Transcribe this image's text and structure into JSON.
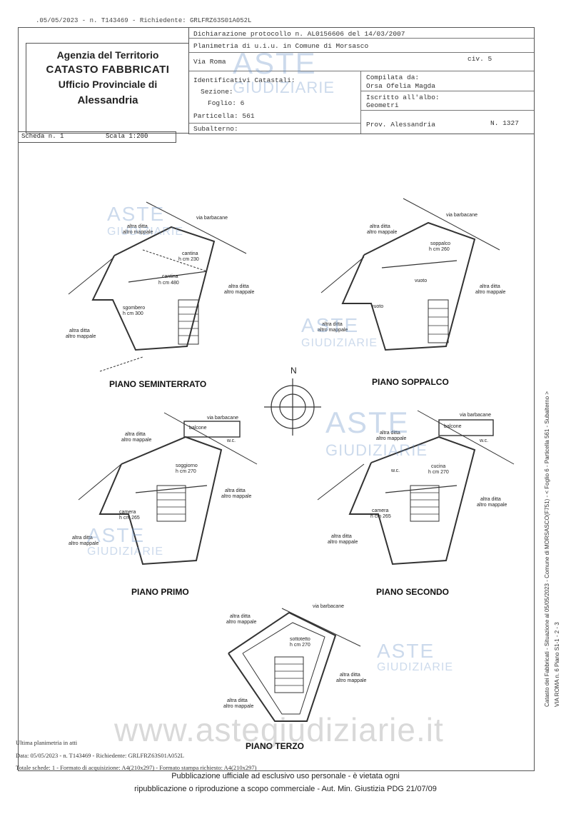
{
  "top_ref": ".05/05/2023 - n. T143469 - Richiedente: GRLFRZ63S01A052L",
  "header": {
    "agency_line1": "Agenzia del Territorio",
    "agency_line2": "CATASTO FABBRICATI",
    "agency_line3": "Ufficio Provinciale di",
    "agency_line4": "Alessandria",
    "dichiarazione": "Dichiarazione protocollo n. AL0156606 del 14/03/2007",
    "planimetria": "Planimetria di u.i.u. in Comune di Morsasco",
    "via": "Via Roma",
    "civ": "civ. 5",
    "identificativi": "Identificativi Catastali:",
    "sezione": "Sezione:",
    "foglio": "Foglio: 6",
    "particella": "Particella: 561",
    "subalterno": "Subalterno:",
    "compilata_da": "Compilata da:",
    "compilatore": "Orsa Ofelia Magda",
    "iscritto": "Iscritto all'albo:",
    "albo": "Geometri",
    "prov": "Prov. Alessandria",
    "numero": "N. 1327",
    "scheda": "Scheda n. 1",
    "scala": "Scala 1:200"
  },
  "plans": {
    "seminterrato": {
      "title": "PIANO SEMINTERRATO",
      "labels": [
        "via barbacane",
        "altra ditta",
        "altro mappale",
        "cantina",
        "h cm 230",
        "cantina",
        "h cm 480",
        "altra ditta",
        "altro mappale",
        "sgombero",
        "h cm 300",
        "altra ditta",
        "altro mappale"
      ]
    },
    "soppalco": {
      "title": "PIANO SOPPALCO",
      "labels": [
        "via barbacane",
        "altra ditta",
        "altro mappale",
        "soppalco",
        "h cm 260",
        "vuoto",
        "vuoto",
        "altra ditta",
        "altro mappale",
        "altra ditta",
        "altro mappale"
      ]
    },
    "primo": {
      "title": "PIANO PRIMO",
      "labels": [
        "via barbacane",
        "balcone",
        "w.c.",
        "altra ditta",
        "altro mappale",
        "soggiorno",
        "h cm 270",
        "altra ditta",
        "altro mappale",
        "camera",
        "h cm 265",
        "altra ditta",
        "altro mappale"
      ]
    },
    "secondo": {
      "title": "PIANO SECONDO",
      "labels": [
        "via barbacane",
        "balcone",
        "w.c.",
        "altra ditta",
        "altro mappale",
        "w.c.",
        "cucina",
        "h cm 270",
        "altra ditta",
        "altro mappale",
        "camera",
        "h cm 265",
        "altra ditta",
        "altro mappale"
      ]
    },
    "terzo": {
      "title": "PIANO TERZO",
      "labels": [
        "via barbacane",
        "altra ditta",
        "altro mappale",
        "sottotetto",
        "h cm 270",
        "altra ditta",
        "altro mappale",
        "altra ditta",
        "altro mappale"
      ]
    }
  },
  "compass_label": "N",
  "side_text_1": "Catasto dei Fabbricati - Situazione al 05/05/2023 - Comune di MORSASCO(F751) - < Foglio 6 - Particella 561 - Subalterno >",
  "side_text_2": "VIA ROMA n. 6 Piano S1-1 - 2 - 3",
  "footer": {
    "ultima": "Ultima planimetria in atti",
    "data": "Data: 05/05/2023 - n. T143469 - Richiedente: GRLFRZ63S01A052L",
    "totale": "Totale schede: 1 - Formato di acquisizione: A4(210x297) - Formato stampa richiesto: A4(210x297)"
  },
  "watermarks": {
    "aste": "ASTE",
    "giudiziarie": "GIUDIZIARIE",
    "site": "www.astegiudiziarie.it"
  },
  "notice": {
    "line1": "Pubblicazione ufficiale ad esclusivo uso personale - è vietata ogni",
    "line2": "ripubblicazione o riproduzione a scopo commerciale - Aut. Min. Giustizia PDG 21/07/09"
  }
}
